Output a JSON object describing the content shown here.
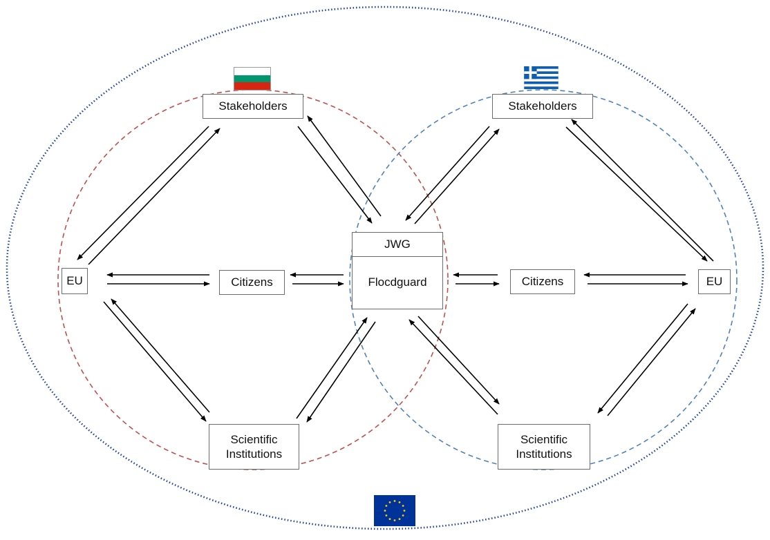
{
  "diagram": {
    "left_cluster": {
      "flag": "bulgaria-flag",
      "stakeholders": "Stakeholders",
      "eu": "EU",
      "citizens": "Citizens",
      "scientific": "Scientific\nInstitutions",
      "circle_color": "#c0504d"
    },
    "right_cluster": {
      "flag": "greece-flag",
      "stakeholders": "Stakeholders",
      "eu": "EU",
      "citizens": "Citizens",
      "scientific": "Scientific\nInstitutions",
      "circle_color": "#4f81bd"
    },
    "center": {
      "top": "JWG",
      "bottom": "Flocdguard"
    },
    "outer_ellipse_color": "#1f3fa6",
    "footer_flag": "eu-flag",
    "colors": {
      "bulgaria": [
        "#ffffff",
        "#00966e",
        "#d62612"
      ],
      "greece_blue": "#0d5eaf",
      "eu_blue": "#003399",
      "eu_star": "#ffcc00",
      "arrow": "#000000"
    }
  }
}
